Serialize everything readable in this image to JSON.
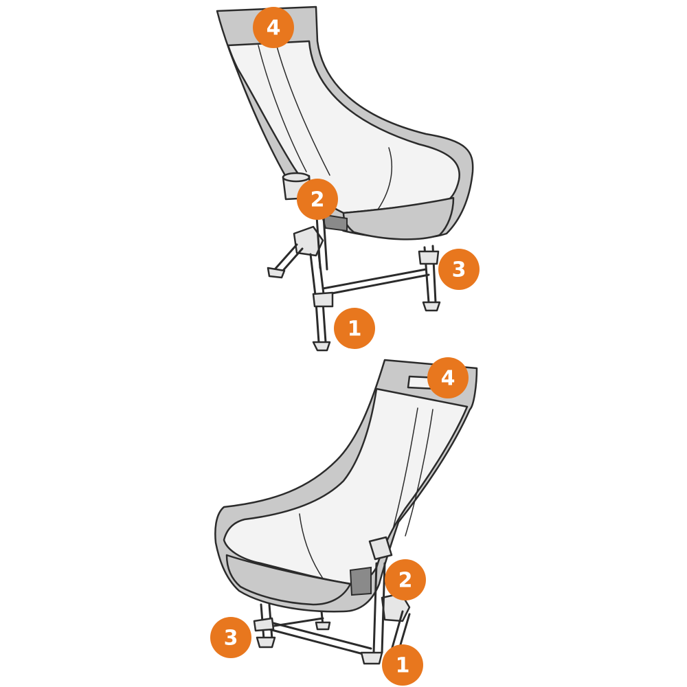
{
  "callouts": {
    "chair_top": {
      "n1": "1",
      "n2": "2",
      "n3": "3",
      "n4": "4"
    },
    "chair_bottom": {
      "n1": "1",
      "n2": "2",
      "n3": "3",
      "n4": "4"
    }
  },
  "colors": {
    "callout": "#e8771e",
    "fabric_panel": "#c9c9c9",
    "mesh": "#f3f3f3",
    "outline": "#2b2b2b"
  }
}
